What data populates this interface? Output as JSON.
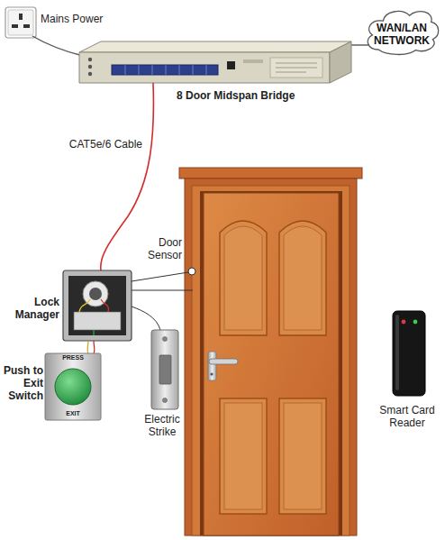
{
  "diagram": {
    "nodes": [
      {
        "text": [
          "WAN/LAN NETWORK"
        ]
      }
    ],
    "labels": [
      "Mains Power",
      "8 Door Midspan Bridge",
      "CAT5e/6 Cable",
      "Door Sensor",
      "Lock Manager",
      "Push to Exit Switch",
      "PRESS",
      "EXIT",
      "Electric Strike",
      "Smart Card Reader"
    ]
  }
}
